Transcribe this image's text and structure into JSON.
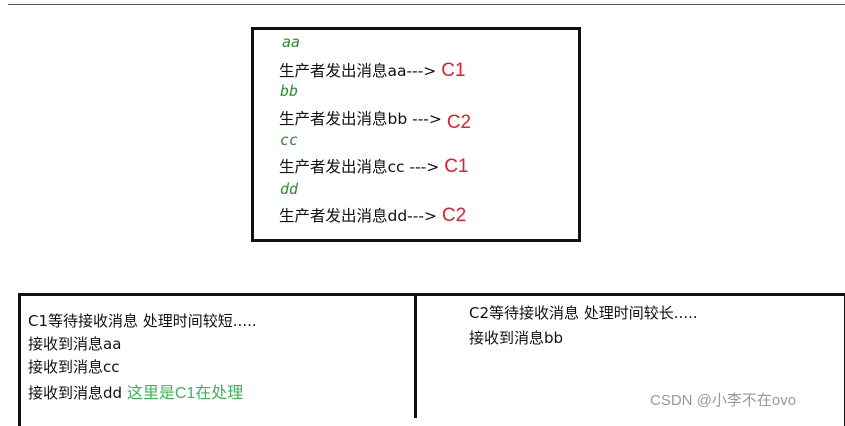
{
  "producer": [
    {
      "msg": "aa",
      "line": "生产者发出消息aa--->",
      "target": "C1"
    },
    {
      "msg": "bb",
      "line": "生产者发出消息bb --->",
      "target": "C2"
    },
    {
      "msg": "cc",
      "line": "生产者发出消息cc --->",
      "target": "C1"
    },
    {
      "msg": "dd",
      "line": "生产者发出消息dd--->",
      "target": "C2"
    }
  ],
  "c1": {
    "header": "C1等待接收消息 处理时间较短.....",
    "lines": [
      "接收到消息aa",
      "接收到消息cc",
      "接收到消息dd"
    ],
    "note": "这里是C1在处理"
  },
  "c2": {
    "header": "C2等待接收消息 处理时间较长.....",
    "lines": [
      "接收到消息bb"
    ]
  },
  "watermark": "CSDN @小李不在ovo",
  "colors": {
    "green": "#2e8b2e",
    "red": "#e0202a",
    "note": "#3cb35a"
  }
}
